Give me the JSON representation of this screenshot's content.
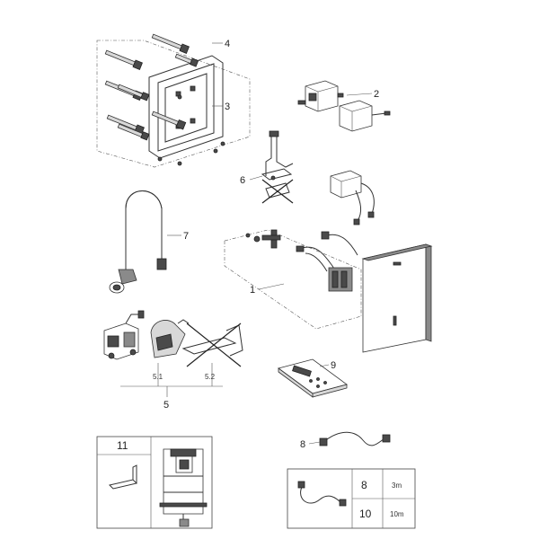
{
  "labels": {
    "p1": "1",
    "p2": "2",
    "p3": "3",
    "p4": "4",
    "p5": "5",
    "p5_1": "5.1",
    "p5_2": "5.2",
    "p6": "6",
    "p7": "7",
    "p8": "8",
    "p9": "9"
  },
  "box_11": {
    "label": "11"
  },
  "cable_table": {
    "rows": [
      {
        "part": "8",
        "length": "3m"
      },
      {
        "part": "10",
        "length": "10m"
      }
    ]
  }
}
